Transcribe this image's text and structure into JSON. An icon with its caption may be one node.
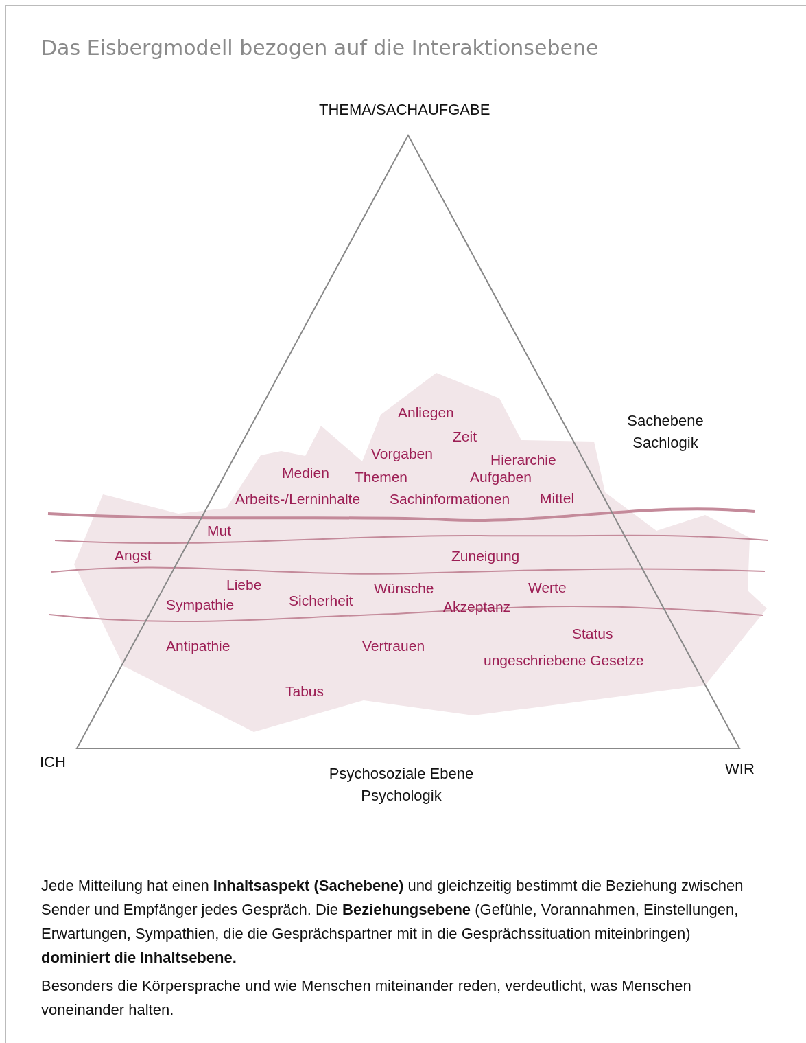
{
  "diagram": {
    "title": "Das Eisbergmodell bezogen auf die Interaktionsebene",
    "labels": [
      "THEMA/SACHAUFGABE",
      "Anliegen",
      "Sachebene Sachlogik",
      "Zeit",
      "Vorgaben",
      "Hierarchie",
      "Medien",
      "Themen",
      "Aufgaben",
      "Arbeits-/Lerninhalte",
      "Sachinformationen",
      "Mittel",
      "Mut",
      "Angst",
      "Zuneigung",
      "Liebe",
      "Wünsche",
      "Werte",
      "Sympathie",
      "Sicherheit",
      "Akzeptanz",
      "Status",
      "Antipathie",
      "Vertrauen",
      "ungeschriebene Gesetze",
      "Tabus",
      "ICH",
      "WIR",
      "Psychosoziale Ebene Psychologik",
      "Jede Mitteilung hat einen **Inhaltsaspekt (Sachebene)** und gleichzeitig bestimmt die Beziehung zwischen Sender und Empfänger jedes Gespräch. Die **Beziehungsebene** (Gefühle, Vorannahmen, Einstellungen, Erwartungen, Sympathien, die die Gesprächspartner mit in die Gesprächssituation miteinbringen) **dominiert die Inhaltsebene.**",
      "Besonders die Körpersprache und wie Menschen miteinander reden, verdeutlicht, was Menschen voneinander halten."
    ]
  }
}
